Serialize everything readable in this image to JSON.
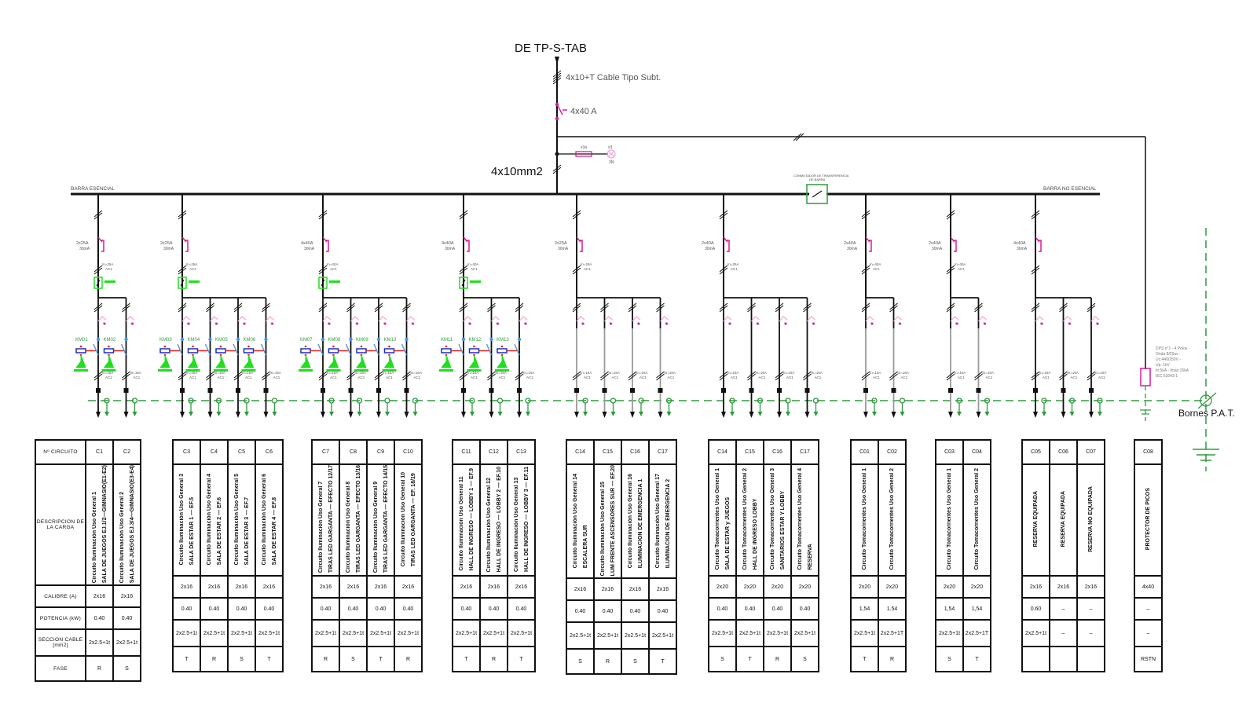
{
  "title": {
    "source": "DE TP-S-TAB",
    "feeder_cable": "4x10+T Cable Tipo Subt.",
    "main_breaker": "4x40 A",
    "main_cable": "4x10mm2",
    "meter_fuse": "x3a",
    "meter_lamp_top": "x3",
    "meter_lamp_bottom": "3N"
  },
  "busbars": {
    "essential": "BARRA ESENCIAL",
    "non_essential": "BARRA NO ESENCIAL",
    "tie_label_line1": "CONMUTADOR DE TRANSFERENCIA",
    "tie_label_line2": "DE BARRA"
  },
  "surge_protector": {
    "lines": [
      "DPS n°1 - 4 Polos -",
      "Onda 8/20us -",
      "Uc:440/250V -",
      "Up: 1kV",
      "In:5kA - Imax:15kA",
      "IEC 61643-1"
    ]
  },
  "ground": {
    "label": "Bornes P.A.T."
  },
  "groups": [
    {
      "diff": [
        "2x25A",
        "30mA"
      ],
      "breaker": "In=25A AC1",
      "circuits": [
        "C1",
        "C2"
      ],
      "contactors": [
        "KM01",
        "KM02"
      ]
    },
    {
      "diff": [
        "2x25A",
        "30mA"
      ],
      "breaker": "In=25A AC1",
      "circuits": [
        "C3",
        "C4",
        "C5",
        "C6"
      ],
      "contactors": [
        "KM03",
        "KM04",
        "KM05",
        "KM06"
      ]
    },
    {
      "diff": [
        "4x40A",
        "30mA"
      ],
      "breaker": "In=40A AC1",
      "circuits": [
        "C7",
        "C8",
        "C9",
        "C10"
      ],
      "contactors": [
        "KM07",
        "KM08",
        "KM09",
        "KM10"
      ]
    },
    {
      "diff": [
        "4x40A",
        "30mA"
      ],
      "breaker": "In=40A AC1",
      "circuits": [
        "C11",
        "C12",
        "C13"
      ],
      "contactors": [
        "KM11",
        "KM12",
        "KM13"
      ]
    },
    {
      "diff": [
        "2x25A",
        "30mA"
      ],
      "breaker": "In=25A AC1",
      "circuits": [
        "C14",
        "C15",
        "C16",
        "C17"
      ],
      "contactors": []
    },
    {
      "diff": [
        "2x40A",
        "30mA"
      ],
      "breaker": "In=25A AC1",
      "circuits": [
        "C14",
        "C15",
        "C16",
        "C17"
      ],
      "contactors": []
    },
    {
      "diff": [
        "2x40A",
        "30mA"
      ],
      "breaker": "In=40A AC1",
      "circuits": [
        "C01",
        "C02"
      ],
      "contactors": []
    },
    {
      "diff": [
        "2x40A",
        "30mA"
      ],
      "breaker": "In=40A AC1",
      "circuits": [
        "C03",
        "C04"
      ],
      "contactors": []
    },
    {
      "diff": [
        "4x40A",
        "30mA"
      ],
      "breaker": "",
      "circuits": [
        "C05",
        "C06",
        "C07"
      ],
      "contactors": []
    }
  ],
  "branch_breaker_label": "In=16A AC1",
  "table": {
    "row_labels": {
      "circuit": "Nº CIRCUITO",
      "description": "DESCRIPCION DE LA CARGA",
      "rating": "CALIBRE (A)",
      "power": "POTENCIA (kW)",
      "cable": "SECCION CABLE [mm2]",
      "phase": "FASE"
    },
    "blocks": [
      {
        "circuits": [
          {
            "id": "C1",
            "desc": [
              "Circuito Iluminación Uso General 1",
              "SALA DE JUEGOS EJ.1/2—GIMNASIO(E1-E2)"
            ],
            "rating": "2x16",
            "power": "0.40",
            "cable": "2x2.5+1t",
            "phase": "R"
          },
          {
            "id": "C2",
            "desc": [
              "Circuito Iluminación Uso General 2",
              "SALA DE JUEGOS EJ.3/4—GIMNASIO(E3-E4)"
            ],
            "rating": "2x16",
            "power": "0.40",
            "cable": "2x2.5+1t",
            "phase": "S"
          }
        ]
      },
      {
        "circuits": [
          {
            "id": "C3",
            "desc": [
              "Circuito Iluminación Uso General 3",
              "SALA DE ESTAR 1 — EF.5"
            ],
            "rating": "2x16",
            "power": "0.40",
            "cable": "2x2.5+1t",
            "phase": "T"
          },
          {
            "id": "C4",
            "desc": [
              "Circuito Iluminación Uso General 4",
              "SALA DE ESTAR 2 — EF.6"
            ],
            "rating": "2x16",
            "power": "0.40",
            "cable": "2x2.5+1t",
            "phase": "R"
          },
          {
            "id": "C5",
            "desc": [
              "Circuito Iluminación Uso General 5",
              "SALA DE ESTAR 3 — EF.7"
            ],
            "rating": "2x16",
            "power": "0.40",
            "cable": "2x2.5+1t",
            "phase": "S"
          },
          {
            "id": "C6",
            "desc": [
              "Circuito Iluminación Uso General 6",
              "SALA DE ESTAR 4 — EF.8"
            ],
            "rating": "2x16",
            "power": "0.40",
            "cable": "2x2.5+1t",
            "phase": "T"
          }
        ]
      },
      {
        "circuits": [
          {
            "id": "C7",
            "desc": [
              "Circuito Iluminación Uso General 7",
              "TIRAS LED GARGANTA — EFECTO 12/17"
            ],
            "rating": "2x16",
            "power": "0.40",
            "cable": "2x2.5+1t",
            "phase": "R"
          },
          {
            "id": "C8",
            "desc": [
              "Circuito Iluminación Uso General 8",
              "TIRAS LED GARGANTA — EFECTO 13/16"
            ],
            "rating": "2x16",
            "power": "0.40",
            "cable": "2x2.5+1t",
            "phase": "S"
          },
          {
            "id": "C9",
            "desc": [
              "Circuito Iluminación Uso General 9",
              "TIRAS LED GARGANTA — EFECTO 14/15"
            ],
            "rating": "2x16",
            "power": "0.40",
            "cable": "2x2.5+1t",
            "phase": "T"
          },
          {
            "id": "C10",
            "desc": [
              "Circuito Iluminación Uso General 10",
              "TIRAS LED GARGANTA — EF. 18/19"
            ],
            "rating": "2x16",
            "power": "0.40",
            "cable": "2x2.5+1t",
            "phase": "R"
          }
        ]
      },
      {
        "circuits": [
          {
            "id": "C11",
            "desc": [
              "Circuito Iluminación Uso General 11",
              "HALL DE INGRESO — LOBBY 1 — EF.9"
            ],
            "rating": "2x16",
            "power": "0.40",
            "cable": "2x2.5+1t",
            "phase": "T"
          },
          {
            "id": "C12",
            "desc": [
              "Circuito Iluminación Uso General 12",
              "HALL DE INGRESO — LOBBY 2 — EF.10"
            ],
            "rating": "2x16",
            "power": "0.40",
            "cable": "2x2.5+1t",
            "phase": "R"
          },
          {
            "id": "C13",
            "desc": [
              "Circuito Iluminación Uso General 13",
              "HALL DE INGRESO — LOBBY 3 — EF.11"
            ],
            "rating": "2x16",
            "power": "0.40",
            "cable": "2x2.5+1t",
            "phase": "T"
          }
        ]
      },
      {
        "circuits": [
          {
            "id": "C14",
            "desc": [
              "Circuito Iluminación Uso General 14",
              "ESCALERA SUR"
            ],
            "rating": "2x16",
            "power": "0.40",
            "cable": "2x2.5+1t",
            "phase": "S"
          },
          {
            "id": "C15",
            "desc": [
              "Circuito Iluminación Uso General 15",
              "LUM FRENTE ASCENSORES SUR — EF.20"
            ],
            "rating": "2x16",
            "power": "0.40",
            "cable": "2x2.5+1t",
            "phase": "R"
          },
          {
            "id": "C16",
            "desc": [
              "Circuito Iluminación Uso General 16",
              "ILUMINACION DE EMERGENCIA 1"
            ],
            "rating": "2x16",
            "power": "0.40",
            "cable": "2x2.5+1t",
            "phase": "S"
          },
          {
            "id": "C17",
            "desc": [
              "Circuito Iluminación Uso General 17",
              "ILUMINACION DE EMERGENCIA 2"
            ],
            "rating": "2x16",
            "power": "0.40",
            "cable": "2x2.5+1t",
            "phase": "T"
          }
        ]
      },
      {
        "circuits": [
          {
            "id": "C14",
            "desc": [
              "Circuito Tomacorrientes Uso General 1",
              "SALA DE ESTAR y JUEGOS"
            ],
            "rating": "2x20",
            "power": "0.40",
            "cable": "2x2.5+1t",
            "phase": "S"
          },
          {
            "id": "C15",
            "desc": [
              "Circuito Tomacorrientes Uso General 2",
              "HALL DE INGRESO LOBBY"
            ],
            "rating": "2x20",
            "power": "0.40",
            "cable": "2x2.5+1t",
            "phase": "T"
          },
          {
            "id": "C16",
            "desc": [
              "Circuito Tomacorrientes Uso General 3",
              "SANITARIOS ESTAR Y LOBBY"
            ],
            "rating": "2x20",
            "power": "0.40",
            "cable": "2x2.5+1t",
            "phase": "R"
          },
          {
            "id": "C17",
            "desc": [
              "Circuito Tomacorrientes Uso General 4",
              "RESERVA"
            ],
            "rating": "2x20",
            "power": "0.40",
            "cable": "2x2.5+1t",
            "phase": "S"
          }
        ]
      },
      {
        "circuits": [
          {
            "id": "C01",
            "desc": [
              "Circuito Tomacorrientes Uso General 1",
              ""
            ],
            "rating": "2x20",
            "power": "1,54",
            "cable": "2x2.5+1t",
            "phase": "T"
          },
          {
            "id": "C02",
            "desc": [
              "Circuito Tomacorrientes Uso General 2",
              ""
            ],
            "rating": "2x20",
            "power": "1.54",
            "cable": "2x2.5+1T",
            "phase": "R"
          }
        ]
      },
      {
        "circuits": [
          {
            "id": "C03",
            "desc": [
              "Circuito Tomacorrientes Uso General 1",
              ""
            ],
            "rating": "2x20",
            "power": "1,54",
            "cable": "2x2.5+1t",
            "phase": "S"
          },
          {
            "id": "C04",
            "desc": [
              "Circuito Tomacorrientes Uso General 2",
              ""
            ],
            "rating": "2x20",
            "power": "1,54",
            "cable": "2x2.5+1T",
            "phase": "T"
          }
        ]
      },
      {
        "circuits": [
          {
            "id": "C05",
            "desc": [
              "RESERVA EQUIPADA",
              ""
            ],
            "rating": "2x16",
            "power": "0.60",
            "cable": "2x2.5+1t",
            "phase": ""
          },
          {
            "id": "C06",
            "desc": [
              "RESERVA EQUIPADA",
              ""
            ],
            "rating": "2x16",
            "power": "–",
            "cable": "–",
            "phase": ""
          },
          {
            "id": "C07",
            "desc": [
              "RESERVA NO EQUIPADA",
              ""
            ],
            "rating": "2x16",
            "power": "–",
            "cable": "–",
            "phase": ""
          }
        ]
      },
      {
        "circuits": [
          {
            "id": "C08",
            "desc": [
              "PROTECTOR DE PICOS",
              ""
            ],
            "rating": "4x40",
            "power": "–",
            "cable": "–",
            "phase": "RSTN"
          }
        ]
      }
    ]
  },
  "colors": {
    "line": "#111111",
    "breaker": "#d81b9a",
    "breaker_light": "#f2a7d8",
    "earth": "#2e9a3e",
    "contactor_green": "#22dd22",
    "coil_blue": "#1a2fbf",
    "contact_blue": "#4a90d9",
    "control_red": "#e02020",
    "grey_line": "#9a9a9a",
    "label_grey": "#555555"
  }
}
